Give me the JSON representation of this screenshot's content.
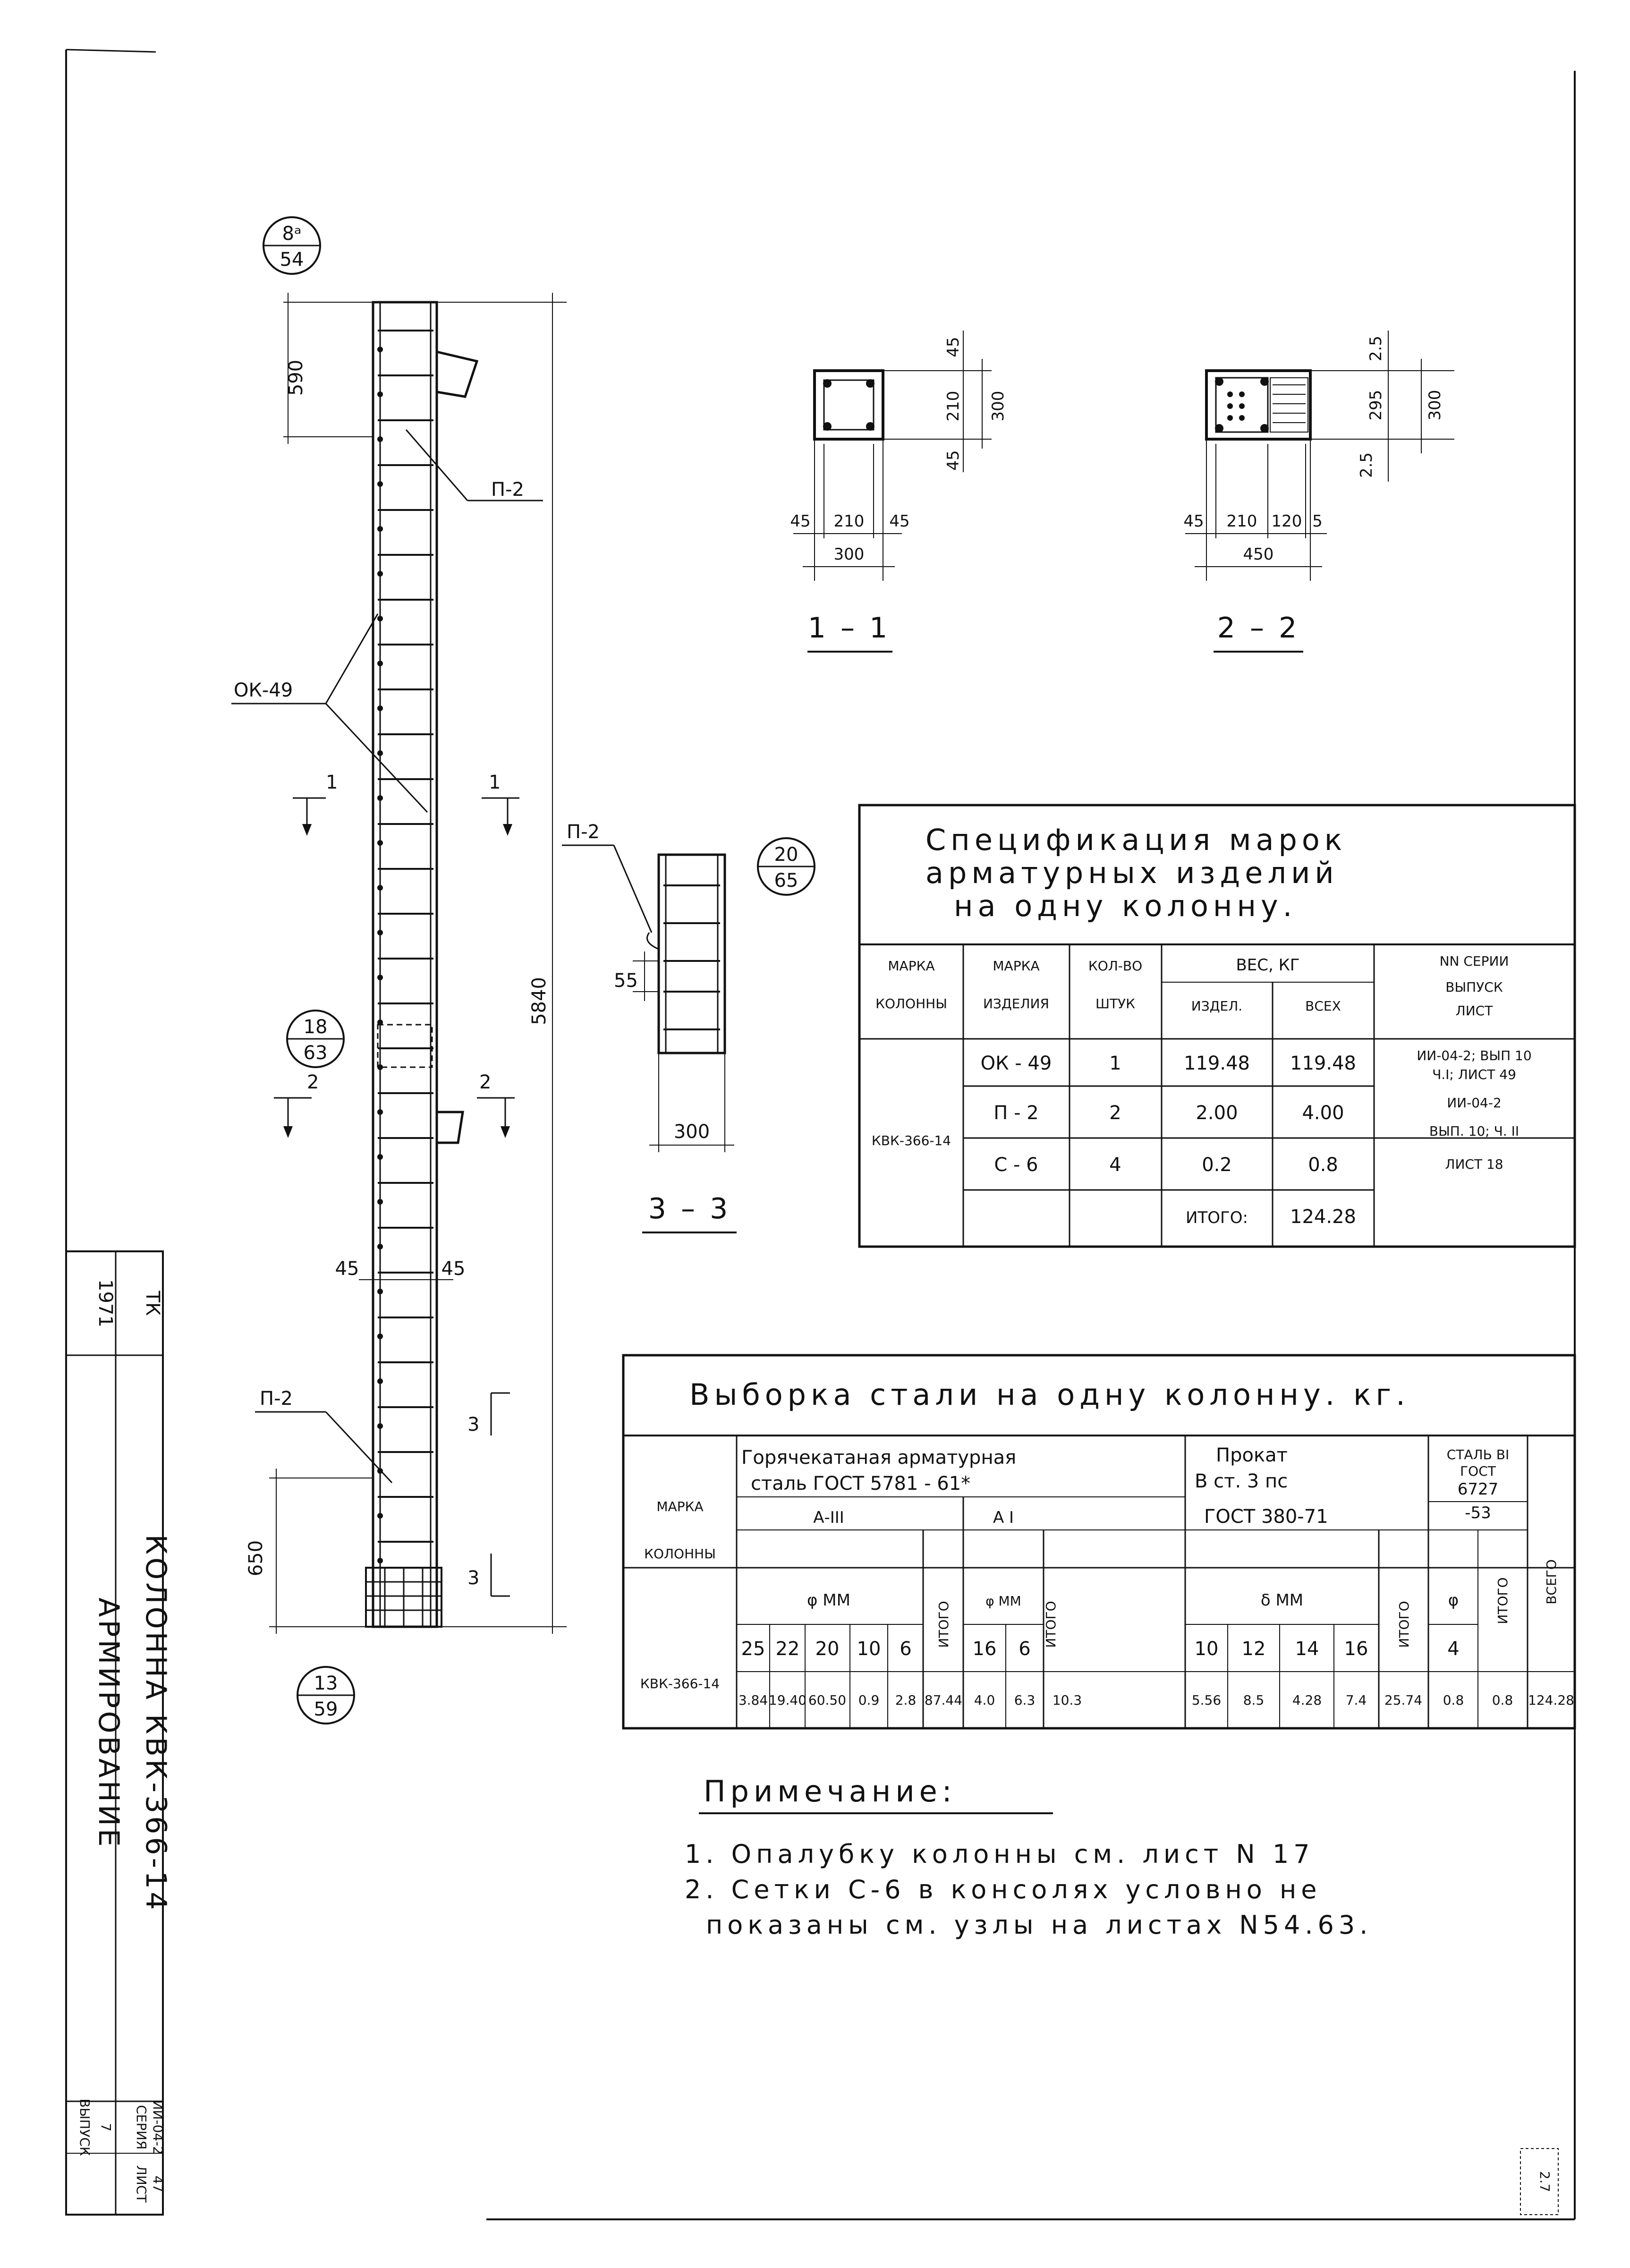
{
  "callouts": {
    "c8a": {
      "top": "8ᵃ",
      "bottom": "54"
    },
    "c18": {
      "top": "18",
      "bottom": "63"
    },
    "c13": {
      "top": "13",
      "bottom": "59"
    },
    "c20": {
      "top": "20",
      "bottom": "65"
    }
  },
  "elevation": {
    "dim_top": "590",
    "dim_total": "5840",
    "dim_bottom": "650",
    "dim_left_45": "45",
    "dim_right_45": "45",
    "label_p2_top": "П-2",
    "label_p2_bottom": "П-2",
    "label_ok49": "ОК-49",
    "cut1_left": "1",
    "cut1_right": "1",
    "cut2_left": "2",
    "cut2_right": "2",
    "cut3_top": "3",
    "cut3_bottom": "3"
  },
  "section_1_1": {
    "title": "1 – 1",
    "dims_bottom": [
      "45",
      "210",
      "45"
    ],
    "total_bottom": "300",
    "dims_right": [
      "45",
      "210",
      "45"
    ],
    "total_right": "300"
  },
  "section_2_2": {
    "title": "2 – 2",
    "dims_bottom": [
      "45",
      "210",
      "120",
      "5"
    ],
    "total_bottom": "450",
    "dims_right": [
      "2.5",
      "295",
      "2.5"
    ],
    "total_right": "300"
  },
  "section_3_3": {
    "title": "3 – 3",
    "label_p2": "П-2",
    "dim_55": "55",
    "dim_300": "300"
  },
  "spec_table": {
    "title_lines": [
      "Спецификация   марок",
      "арматурных   изделий",
      "на   одну   колонну."
    ],
    "headers": {
      "mark_col": [
        "МАРКА",
        "КОЛОННЫ"
      ],
      "mark_item": [
        "МАРКА",
        "ИЗДЕЛИЯ"
      ],
      "qty": [
        "КОЛ-ВО",
        "ШТУК"
      ],
      "weight": "ВЕС,   КГ",
      "weight_item": "ИЗДЕЛ.",
      "weight_all": "ВСЕХ",
      "series": [
        "NN СЕРИИ",
        "ВЫПУСК",
        "ЛИСТ"
      ]
    },
    "column_mark": "КВК-366-14",
    "rows": [
      {
        "item": "ОК - 49",
        "qty": "1",
        "w_item": "119.48",
        "w_all": "119.48"
      },
      {
        "item": "П - 2",
        "qty": "2",
        "w_item": "2.00",
        "w_all": "4.00"
      },
      {
        "item": "С - 6",
        "qty": "4",
        "w_item": "0.2",
        "w_all": "0.8"
      }
    ],
    "series_1": [
      "ИИ-04-2; ВЫП 10",
      "Ч.Ӏ;  ЛИСТ 49"
    ],
    "series_2": [
      "ИИ-04-2",
      "ВЫП. 10; Ч. ӀӀ",
      "ЛИСТ 18"
    ],
    "total_label": "ИТОГО:",
    "total_value": "124.28"
  },
  "steel_table": {
    "title": "Выборка   стали   на   одну   колонну. кг.",
    "mark_header": [
      "МАРКА",
      "КОЛОННЫ"
    ],
    "hot_rolled": [
      "Горячекатаная арматурная",
      "сталь  ГОСТ  5781 - 61*"
    ],
    "rolled": [
      "Прокат",
      "В ст. 3 пс",
      "ГОСТ  380-71"
    ],
    "wire": [
      "СТАЛЬ ВӀ",
      "ГОСТ",
      "6727",
      "-53"
    ],
    "total_vertical": "ВСЕГО",
    "class_a3": "А-ӀӀӀ",
    "class_a1": "А Ӏ",
    "phi_mm": "φ  ММ",
    "delta_mm": "δ  ММ",
    "phi": "φ",
    "itogo": "ИТОГО",
    "diameters_a3": [
      "25",
      "22",
      "20",
      "10",
      "6"
    ],
    "diameters_a1": [
      "16",
      "6"
    ],
    "thickness": [
      "10",
      "12",
      "14",
      "16"
    ],
    "diameter_wire": "4",
    "row_mark": "КВК-366-14",
    "values_a3": [
      "3.84",
      "19.40",
      "60.50",
      "0.9",
      "2.8"
    ],
    "total_a3": "87.44",
    "values_a1": [
      "4.0",
      "6.3"
    ],
    "total_a1": "10.3",
    "values_rolled": [
      "5.56",
      "8.5",
      "4.28",
      "7.4"
    ],
    "total_rolled": "25.74",
    "value_wire": "0.8",
    "total_wire": "0.8",
    "total_all": "124.28"
  },
  "notes": {
    "heading": "Примечание:",
    "lines": [
      "1. Опалубку   колонны   см. лист N 17",
      "2. Сетки  С-6  в  консолях  условно  не",
      "показаны   см. узлы на листах  N54.63."
    ]
  },
  "title_block": {
    "year": "1971",
    "org": "ТК",
    "name": "КОЛОННА   КВК-366-14",
    "subject": "АРМИРОВАНИЕ",
    "series_label": "СЕРИЯ",
    "series_value": "ИИ-04-2",
    "issue_label": "ВЫПУСК",
    "issue_value": "7",
    "sheet_label": "ЛИСТ",
    "sheet_value": "47"
  },
  "corner_stamp": "2.7"
}
